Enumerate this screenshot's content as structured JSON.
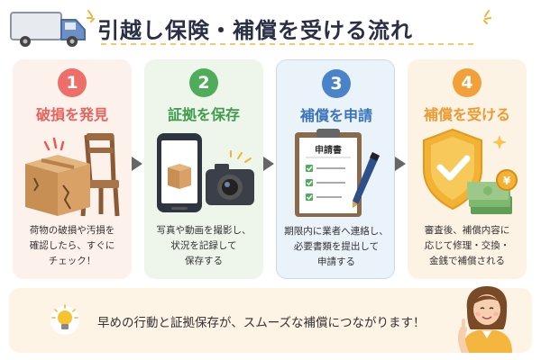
{
  "header": {
    "title": "引越し保険・補償を受ける流れ",
    "icon": "moving-truck-icon"
  },
  "steps": [
    {
      "number": "1",
      "title": "破損を発見",
      "description": "荷物の破損や汚損を\n確認したら、すぐに\nチェック！",
      "icon": "damaged-box-and-chair",
      "color": "#ee6e6a"
    },
    {
      "number": "2",
      "title": "証拠を保存",
      "description": "写真や動画を撮影し、\n状況を記録して\n保存する",
      "icon": "smartphone-and-camera",
      "color": "#4fac5b"
    },
    {
      "number": "3",
      "title": "補償を申請",
      "description": "期限内に業者へ連絡し、\n必要書類を提出して\n申請する",
      "icon": "clipboard-application-form",
      "color": "#4b83c9",
      "form_label": "申請書"
    },
    {
      "number": "4",
      "title": "補償を受ける",
      "description": "審査後、補償内容に\n応じて修理・交換・\n金銭で補償される",
      "icon": "shield-check-and-money",
      "color": "#f2a13a",
      "coin_symbol": "¥"
    }
  ],
  "footer": {
    "tip": "早めの行動と証拠保存が、スムーズな補償につながります！",
    "icon": "lightbulb-icon",
    "illustration": "pointing-woman"
  }
}
